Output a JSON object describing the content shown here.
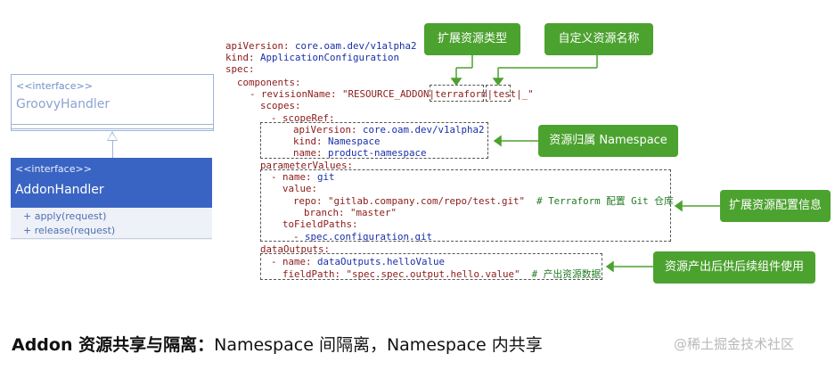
{
  "uml": {
    "groovy": {
      "stereotype": "<<interface>>",
      "name": "GroovyHandler"
    },
    "addon": {
      "stereotype": "<<interface>>",
      "name": "AddonHandler",
      "methods": [
        "+ apply(request)",
        "+ release(request)"
      ]
    }
  },
  "code": {
    "l1": {
      "k": "apiVersion:",
      "v": "core.oam.dev/v1alpha2"
    },
    "l2": {
      "k": "kind:",
      "v": "ApplicationConfiguration"
    },
    "l3": {
      "k": "spec:"
    },
    "l4": {
      "k": "components:"
    },
    "l5": {
      "k": "- revisionName:",
      "v1": "\"RESOURCE_ADDON|",
      "v2": "terraform",
      "v3": "|",
      "v4": "test",
      "v5": "|_\""
    },
    "l6": {
      "k": "scopes:"
    },
    "l7": {
      "k": "- scopeRef:"
    },
    "l8": {
      "k": "apiVersion:",
      "v": "core.oam.dev/v1alpha2"
    },
    "l9": {
      "k": "kind:",
      "v": "Namespace"
    },
    "l10": {
      "k": "name:",
      "v": "product-namespace"
    },
    "l11": {
      "k": "parameterValues:"
    },
    "l12": {
      "k": "- name:",
      "v": "git"
    },
    "l13": {
      "k": "value:"
    },
    "l14": {
      "k": "repo:",
      "v": "\"gitlab.company.com/repo/test.git\"",
      "c": "# Terraform 配置 Git 仓库"
    },
    "l15": {
      "k": "branch:",
      "v": "\"master\""
    },
    "l16": {
      "k": "toFieldPaths:"
    },
    "l17": {
      "k": "-",
      "v": "spec.configuration.git"
    },
    "l18": {
      "k": "dataOutputs:"
    },
    "l19": {
      "k": "- name:",
      "v": "dataOutputs.helloValue"
    },
    "l20": {
      "k": "fieldPath:",
      "v": "\"spec.spec.output.hello.value\"",
      "c": "# 产出资源数据"
    }
  },
  "labels": {
    "ext_type": "扩展资源类型",
    "custom_name": "自定义资源名称",
    "ns_scope": "资源归属 Namespace",
    "ext_config": "扩展资源配置信息",
    "outputs": "资源产出后供后续组件使用"
  },
  "caption": {
    "bold": "Addon 资源共享与隔离：",
    "rest": "Namespace 间隔离，Namespace 内共享"
  },
  "watermark": "@稀土掘金技术社区",
  "colors": {
    "accent_green": "#4ca22f",
    "uml_blue": "#3a64c3"
  }
}
